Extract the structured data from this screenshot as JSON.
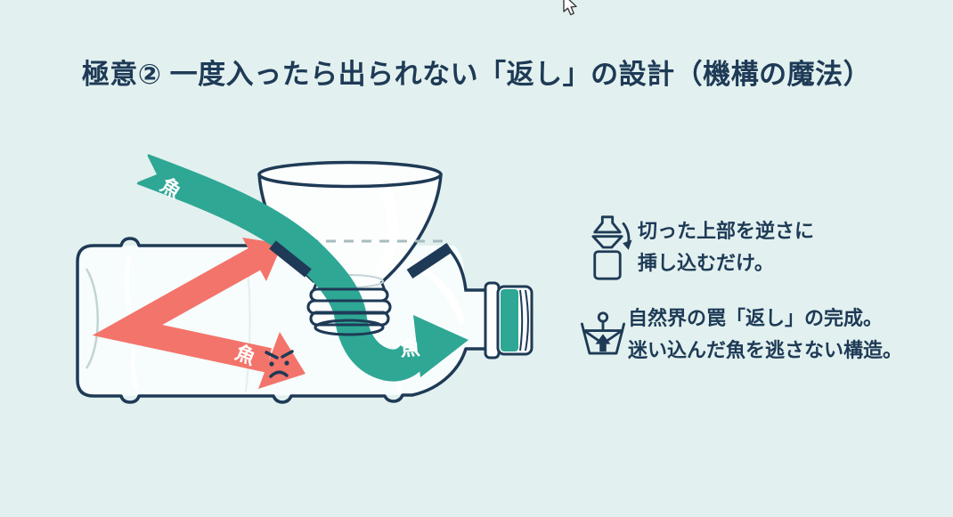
{
  "slide": {
    "title": "極意② 一度入ったら出られない「返し」の設計（機構の魔法）"
  },
  "diagram": {
    "fish_label": "魚",
    "elements": [
      "plastic-bottle",
      "inverted-funnel-top",
      "entering-fish-arrow",
      "blocked-fish-arrow",
      "trapped-fish-arrow",
      "bottle-cap"
    ]
  },
  "annotations": [
    {
      "icon": "bottle-cut-insert-icon",
      "lines": [
        "切った上部を逆さに",
        "挿し込むだけ。"
      ]
    },
    {
      "icon": "fish-trap-icon",
      "lines": [
        "自然界の罠「返し」の完成。",
        "迷い込んだ魚を逃さない構造。"
      ]
    }
  ],
  "cursor": "arrow-cursor",
  "colors": {
    "background": "#e2f1ef",
    "navy": "#1e3a56",
    "teal": "#2ea795",
    "red": "#f3746b",
    "bottle_fill": "#f7fcfc",
    "funnel_fill": "#fcfefe",
    "dash_gray": "#a9bcbd",
    "shade_gray": "#c2d4d4"
  }
}
